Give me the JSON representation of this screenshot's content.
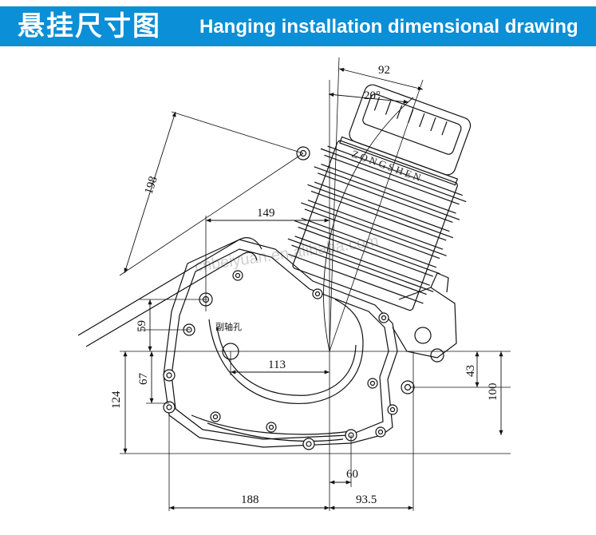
{
  "header": {
    "title_cn": "悬挂尺寸图",
    "title_en": "Hanging installation dimensional drawing"
  },
  "drawing": {
    "brand_text": "ZONGSHEN",
    "hole_label": "副轴孔",
    "watermark": "cnbeiyuan.en.alibaba.com",
    "dimensions": {
      "d92": "92",
      "d20deg": "20°",
      "d198": "198",
      "d149": "149",
      "d59": "59",
      "d113": "113",
      "d67": "67",
      "d124": "124",
      "d43": "43",
      "d100": "100",
      "d60": "60",
      "d188": "188",
      "d93_5": "93.5"
    }
  },
  "colors": {
    "banner": "#0b8fd6",
    "line": "#111111"
  }
}
